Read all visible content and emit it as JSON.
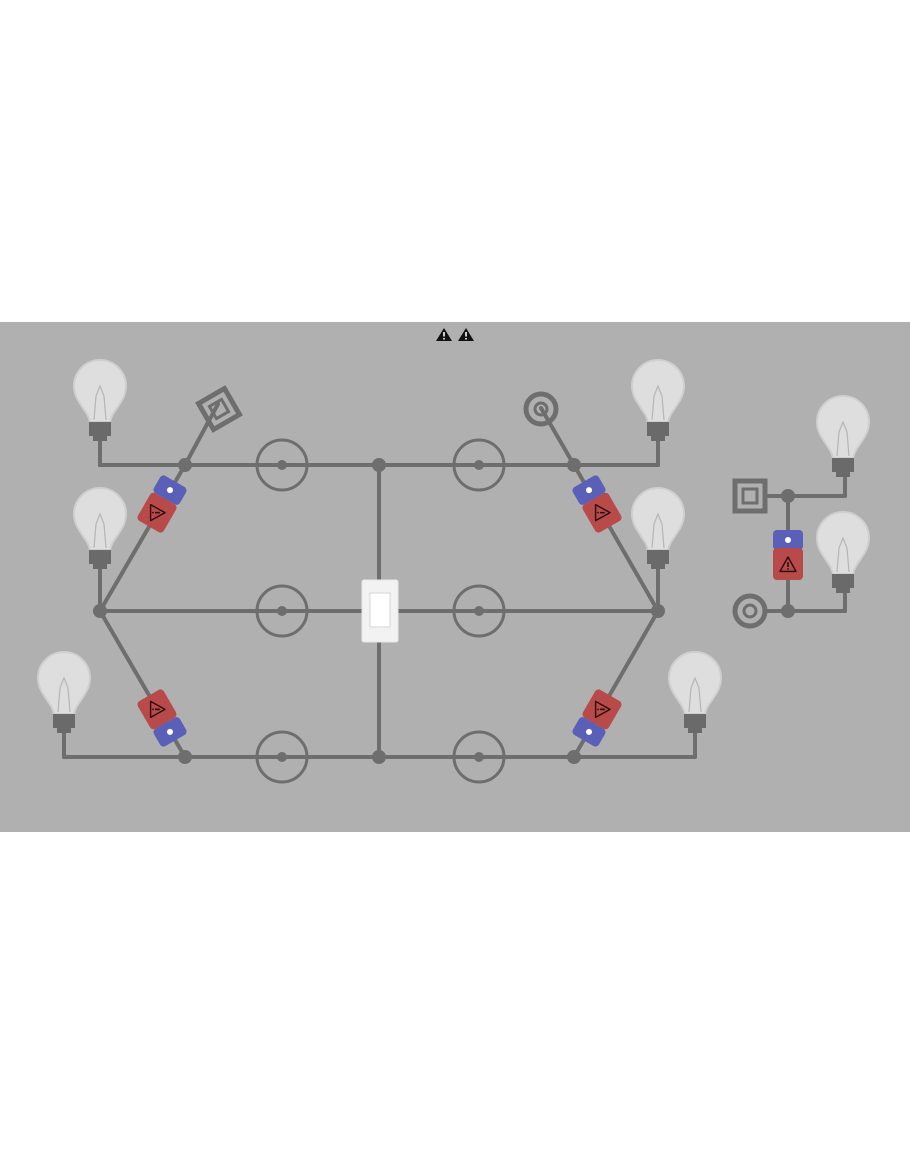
{
  "colors": {
    "background": "#ffffff",
    "board": "#b0b0b0",
    "wire": "#6e6e6e",
    "bulb_glass": "#dedede",
    "bulb_base": "#6a6a6a",
    "battery_positive": "#b84a4a",
    "battery_negative": "#5a5fb8",
    "switch_body": "#f2f2f2",
    "warning": "#111111"
  },
  "status": {
    "warnings": [
      {
        "icon": "warning-triangle-icon"
      },
      {
        "icon": "warning-triangle-icon"
      }
    ]
  },
  "pieces": {
    "bulbs": [
      {
        "id": "bulb-top-left",
        "state": "off"
      },
      {
        "id": "bulb-mid-left",
        "state": "off"
      },
      {
        "id": "bulb-bottom-left",
        "state": "off"
      },
      {
        "id": "bulb-top-right",
        "state": "off"
      },
      {
        "id": "bulb-mid-right",
        "state": "off"
      },
      {
        "id": "bulb-bottom-right",
        "state": "off"
      },
      {
        "id": "bulb-side-top",
        "state": "off"
      },
      {
        "id": "bulb-side-bottom",
        "state": "off"
      }
    ],
    "batteries": [
      {
        "id": "battery-upper-left",
        "icon": "warning-icon",
        "shorted": true
      },
      {
        "id": "battery-lower-left",
        "icon": "warning-icon",
        "shorted": true
      },
      {
        "id": "battery-upper-right",
        "icon": "warning-icon",
        "shorted": true
      },
      {
        "id": "battery-lower-right",
        "icon": "warning-icon",
        "shorted": true
      },
      {
        "id": "battery-side",
        "icon": "warning-icon",
        "shorted": true
      }
    ],
    "slots": [
      {
        "id": "slot-top-1",
        "filled": false
      },
      {
        "id": "slot-top-2",
        "filled": false
      },
      {
        "id": "slot-mid-1",
        "filled": false
      },
      {
        "id": "slot-mid-2",
        "filled": false
      },
      {
        "id": "slot-bottom-1",
        "filled": false
      },
      {
        "id": "slot-bottom-2",
        "filled": false
      }
    ],
    "terminals": [
      {
        "id": "terminal-square-main",
        "shape": "square"
      },
      {
        "id": "terminal-circle-main",
        "shape": "circle"
      },
      {
        "id": "terminal-square-side",
        "shape": "square"
      },
      {
        "id": "terminal-circle-side",
        "shape": "circle"
      }
    ],
    "switch": {
      "id": "main-switch",
      "state": "off"
    }
  }
}
